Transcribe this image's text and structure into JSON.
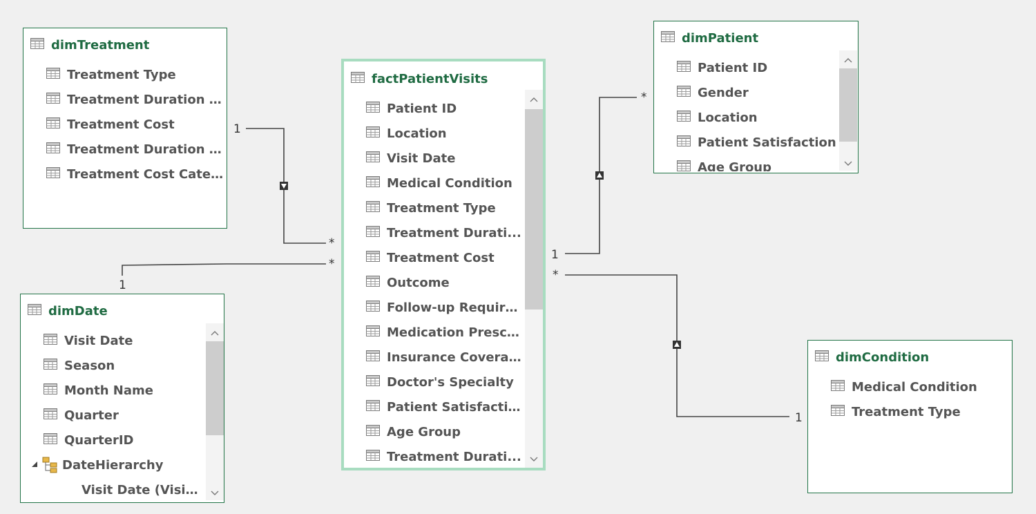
{
  "tables": {
    "dimTreatment": {
      "title": "dimTreatment",
      "fields": [
        "Treatment Type",
        "Treatment Duration (...",
        "Treatment Cost",
        "Treatment Duration C...",
        "Treatment Cost Categ..."
      ]
    },
    "factPatientVisits": {
      "title": "factPatientVisits",
      "fields": [
        "Patient ID",
        "Location",
        "Visit Date",
        "Medical Condition",
        "Treatment Type",
        "Treatment Durati...",
        "Treatment Cost",
        "Outcome",
        "Follow-up Required",
        "Medication Prescr...",
        "Insurance Covera...",
        "Doctor's Specialty",
        "Patient Satisfaction",
        "Age Group",
        "Treatment Durati..."
      ]
    },
    "dimPatient": {
      "title": "dimPatient",
      "fields": [
        "Patient ID",
        "Gender",
        "Location",
        "Patient Satisfaction",
        "Age Group"
      ]
    },
    "dimDate": {
      "title": "dimDate",
      "fields": [
        "Visit Date",
        "Season",
        "Month Name",
        "Quarter",
        "QuarterID"
      ],
      "hierarchy": {
        "name": "DateHierarchy",
        "children": [
          "Visit Date  (Visit..."
        ]
      }
    },
    "dimCondition": {
      "title": "dimCondition",
      "fields": [
        "Medical Condition",
        "Treatment Type"
      ]
    }
  },
  "relationships": [
    {
      "from": "dimTreatment",
      "to": "factPatientVisits",
      "from_card": "1",
      "to_card": "*",
      "filter_direction": "single"
    },
    {
      "from": "dimDate",
      "to": "factPatientVisits",
      "from_card": "1",
      "to_card": "*",
      "filter_direction": "single"
    },
    {
      "from": "factPatientVisits",
      "to": "dimPatient",
      "from_card": "1",
      "to_card": "*",
      "filter_direction": "single"
    },
    {
      "from": "factPatientVisits",
      "to": "dimCondition",
      "from_card": "*",
      "to_card": "1",
      "filter_direction": "single"
    }
  ],
  "colors": {
    "title": "#1f6b42",
    "border": "#217346",
    "selected_border": "#a8dcc0",
    "field_text": "#545454",
    "canvas": "#f0f0f0"
  }
}
